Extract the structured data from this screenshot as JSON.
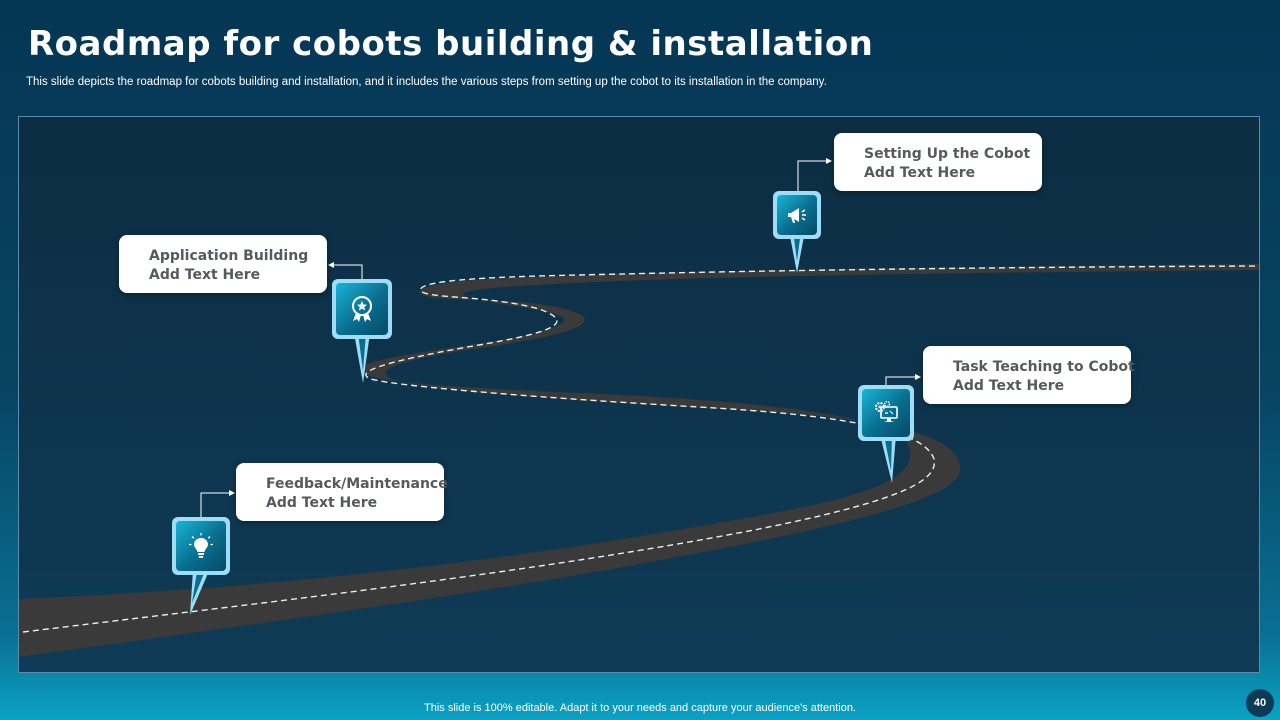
{
  "slide": {
    "title": "Roadmap for cobots building & installation",
    "subtitle": "This slide depicts the roadmap for cobots building and installation, and it includes the various steps from setting up the cobot to its installation in the company.",
    "footer": "This slide is 100% editable.  Adapt it to your needs and capture your audience's attention.",
    "page_number": "40"
  },
  "colors": {
    "background": "#074563",
    "road": "#3a3a3a",
    "pin_frame": "#9fdcf6",
    "pin_fill": "#0a6d8e",
    "card_text": "#555a5e"
  },
  "milestones": [
    {
      "title": "Setting Up the Cobot",
      "text": "Add Text Here",
      "icon": "megaphone-icon"
    },
    {
      "title": "Application Building",
      "text": "Add Text Here",
      "icon": "award-badge-icon"
    },
    {
      "title": "Task Teaching to Cobot",
      "text": "Add Text Here",
      "icon": "settings-monitor-icon"
    },
    {
      "title": "Feedback/Maintenance",
      "text": "Add Text Here",
      "icon": "lightbulb-icon"
    }
  ]
}
